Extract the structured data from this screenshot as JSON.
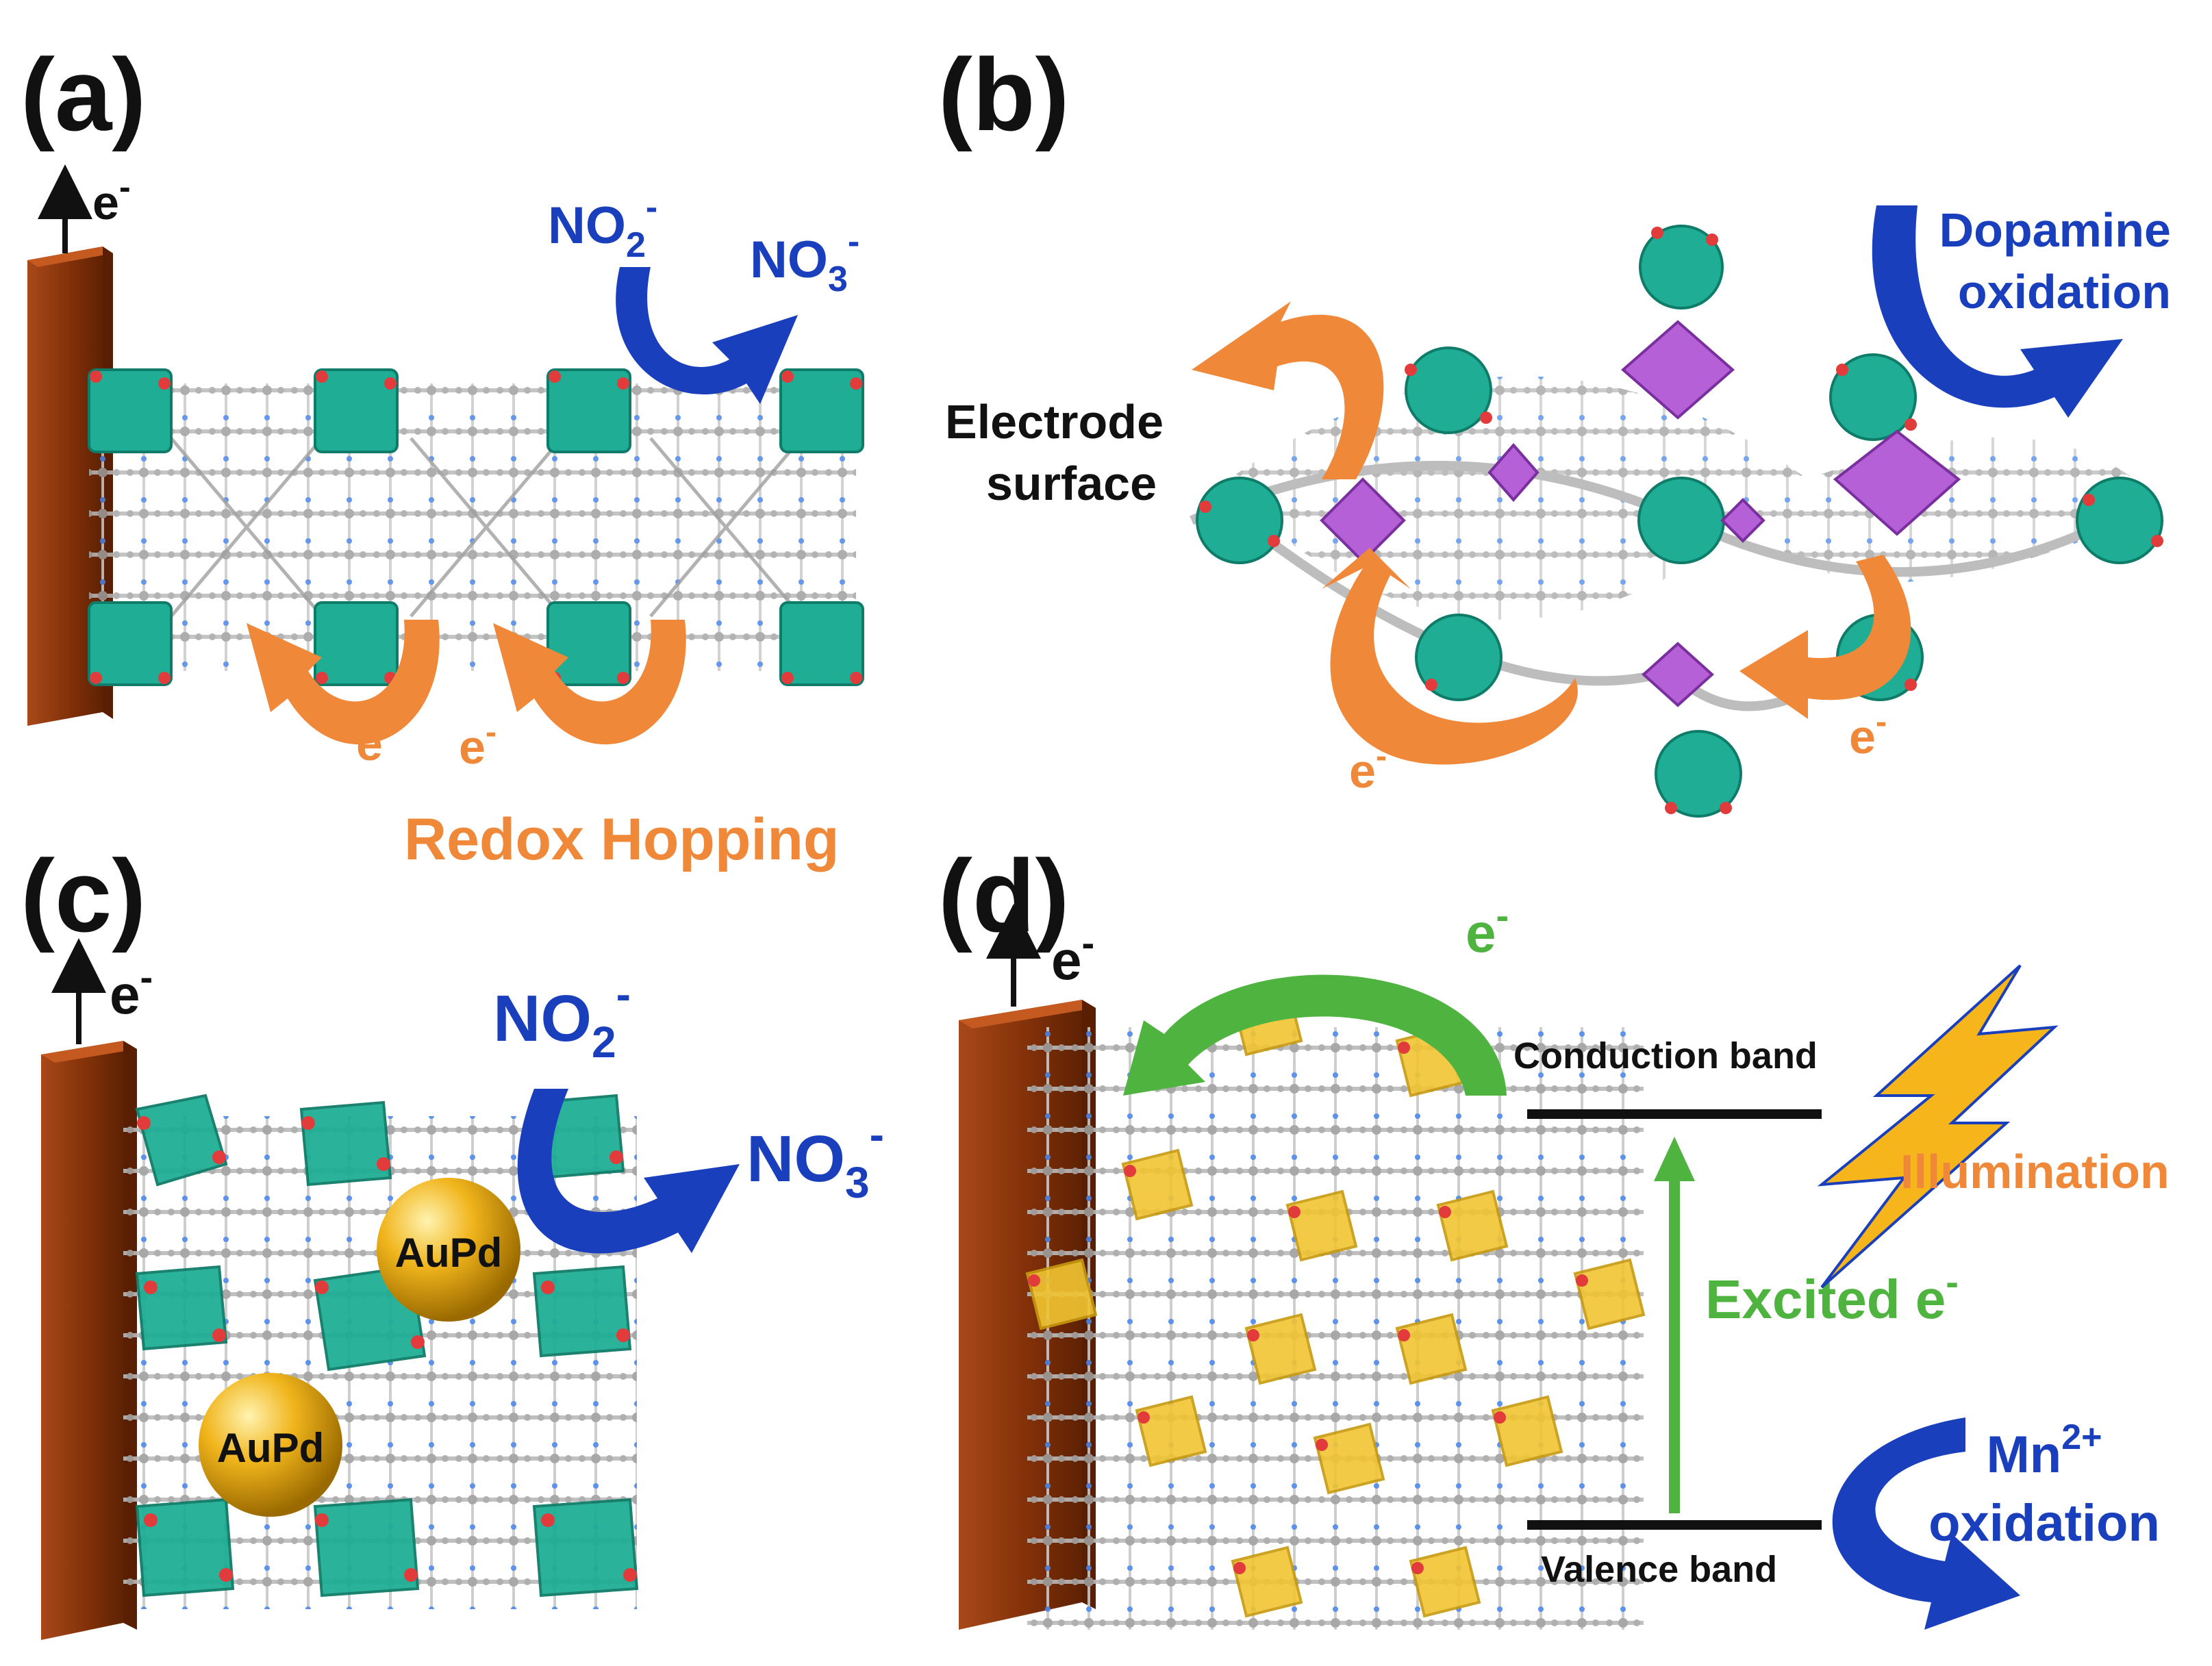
{
  "panels": {
    "a": {
      "label": "(a)",
      "electron": "e",
      "sup_minus": "-",
      "no2": "NO",
      "no2_sub": "2",
      "no3": "NO",
      "no3_sub": "3",
      "hop_e1": "e",
      "hop_e2": "e",
      "caption": "Redox Hopping"
    },
    "b": {
      "label": "(b)",
      "electrode_line1": "Electrode",
      "electrode_line2": "surface",
      "dopamine_line1": "Dopamine",
      "dopamine_line2": "oxidation",
      "e_left": "e",
      "e_right": "e"
    },
    "c": {
      "label": "(c)",
      "electron": "e",
      "no2": "NO",
      "no2_sub": "2",
      "no3": "NO",
      "no3_sub": "3",
      "particle1": "AuPd",
      "particle2": "AuPd"
    },
    "d": {
      "label": "(d)",
      "electron": "e",
      "top_e": "e",
      "conduction": "Conduction band",
      "valence": "Valence band",
      "illumination": "Illumination",
      "excited": "Excited e",
      "mn": "Mn",
      "mn_sup": "2+",
      "oxidation": "oxidation"
    }
  },
  "colors": {
    "electrode": "#8b3a0c",
    "teal": "#1fae95",
    "purple": "#b560d6",
    "gold": "#f2c532",
    "orange": "#f0883a",
    "blue": "#1a3fbd",
    "green": "#4fb33f"
  }
}
